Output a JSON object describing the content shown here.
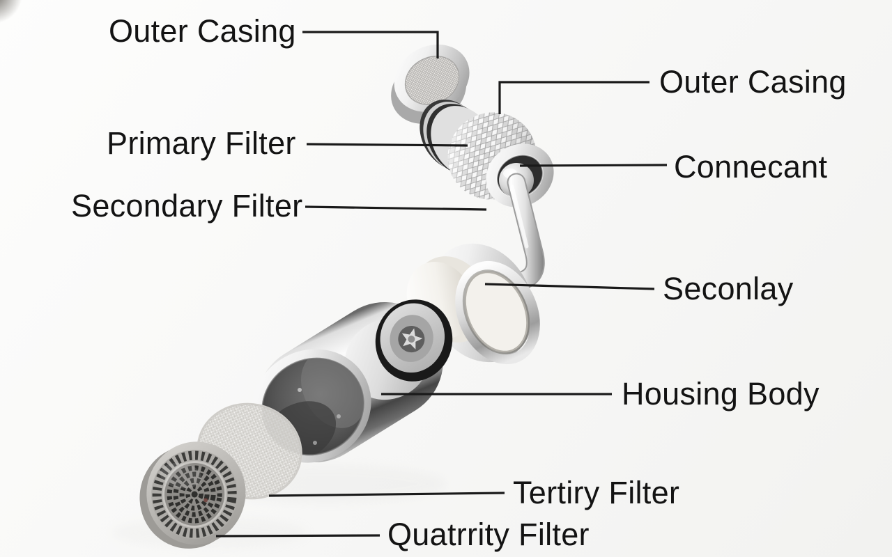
{
  "scene": {
    "description": "Exploded parts diagram of a swivel faucet aerator filter",
    "background_color": "#f8f8f7",
    "label_color": "#131313",
    "leader_line_color": "#1a1a1a"
  },
  "labels": {
    "outer_casing_left": "Outer Casing",
    "primary_filter": "Primary Filter",
    "secondary_filter": "Secondary Filter",
    "outer_casing_right": "Outer Casing",
    "connecant": "Connecant",
    "seconlay": "Seconlay",
    "housing_body": "Housing Body",
    "tertiry_filter": "Tertiry Filter",
    "quatrrity_filter": "Quatrrity Filter"
  }
}
